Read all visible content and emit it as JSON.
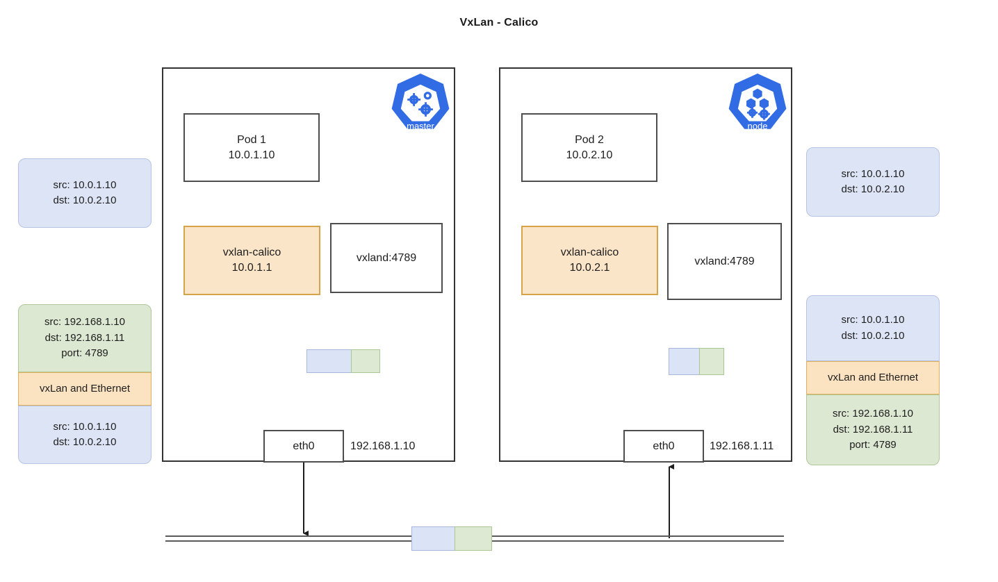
{
  "diagram": {
    "title": "VxLan - Calico",
    "colors": {
      "blue_fill": "#dde4f5",
      "blue_stroke": "#b6c3e3",
      "green_fill": "#dce8d2",
      "green_stroke": "#aec89a",
      "orange_fill": "#fbe3c2",
      "orange_stroke": "#e0b05a",
      "box_stroke": "#4d4d4d",
      "node_stroke": "#333333",
      "k8s_blue": "#326ce5"
    }
  },
  "left_callouts": {
    "inner_packet": {
      "line1": "src: 10.0.1.10",
      "line2": "dst: 10.0.2.10"
    },
    "stack": {
      "outer": {
        "line1": "src: 192.168.1.10",
        "line2": "dst: 192.168.1.11",
        "line3": "port: 4789"
      },
      "encap_label": "vxLan and Ethernet",
      "inner": {
        "line1": "src: 10.0.1.10",
        "line2": "dst: 10.0.2.10"
      }
    }
  },
  "right_callouts": {
    "inner_packet": {
      "line1": "src: 10.0.1.10",
      "line2": "dst: 10.0.2.10"
    },
    "stack": {
      "inner": {
        "line1": "src: 10.0.1.10",
        "line2": "dst: 10.0.2.10"
      },
      "encap_label": "vxLan and Ethernet",
      "outer": {
        "line1": "src: 192.168.1.10",
        "line2": "dst: 192.168.1.11",
        "line3": "port: 4789"
      }
    }
  },
  "master_node": {
    "k8s_role": "master",
    "pod": {
      "name": "Pod 1",
      "ip": "10.0.1.10"
    },
    "vxlan_iface": {
      "name": "vxlan-calico",
      "ip": "10.0.1.1"
    },
    "vxlan_daemon": {
      "label": "vxland:4789"
    },
    "nic": {
      "name": "eth0",
      "ip": "192.168.1.10"
    }
  },
  "worker_node": {
    "k8s_role": "node",
    "pod": {
      "name": "Pod 2",
      "ip": "10.0.2.10"
    },
    "vxlan_iface": {
      "name": "vxlan-calico",
      "ip": "10.0.2.1"
    },
    "vxlan_daemon": {
      "label": "vxland:4789"
    },
    "nic": {
      "name": "eth0",
      "ip": "192.168.1.11"
    }
  }
}
